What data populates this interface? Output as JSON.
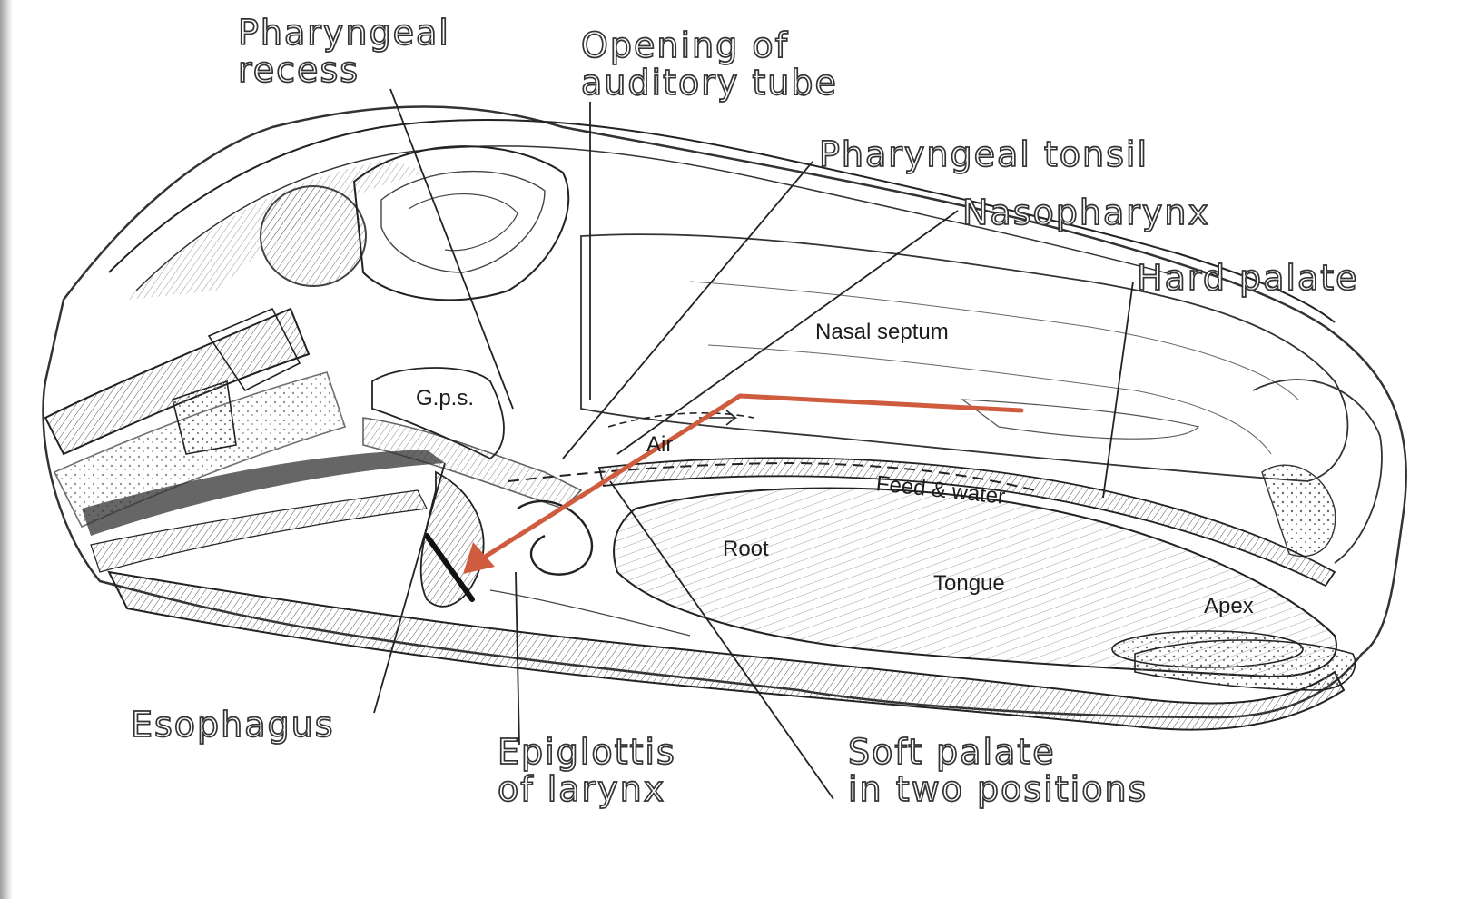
{
  "callouts": {
    "pharyngeal_recess": "Pharyngeal\nrecess",
    "opening_auditory_tube": "Opening of\nauditory tube",
    "pharyngeal_tonsil": "Pharyngeal tonsil",
    "nasopharynx": "Nasopharynx",
    "hard_palate": "Hard palate",
    "esophagus": "Esophagus",
    "epiglottis": "Epiglottis\nof larynx",
    "soft_palate": "Soft palate\nin two positions"
  },
  "inner_labels": {
    "nasal_septum": "Nasal septum",
    "gps": "G.p.s.",
    "air": "Air",
    "feed_water": "Feed & water",
    "root": "Root",
    "tongue": "Tongue",
    "apex": "Apex"
  },
  "arrow": {
    "color": "#d05c40"
  }
}
